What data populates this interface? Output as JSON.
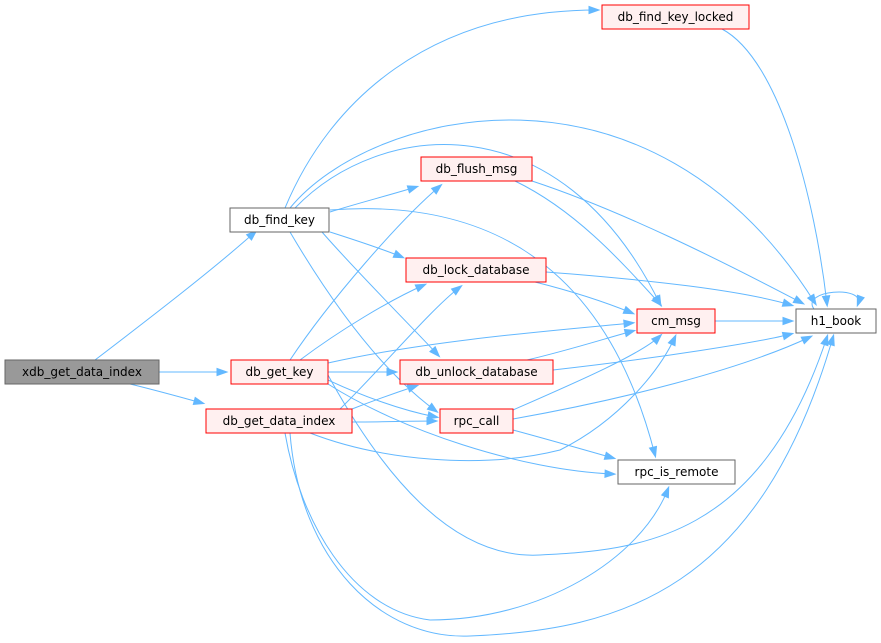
{
  "diagram": {
    "colors": {
      "edge": "#63b8ff",
      "root_fill": "#999999",
      "root_border": "#666666",
      "normal_fill": "#ffffff",
      "normal_border": "#666666",
      "red_fill": "#fff0f0",
      "red_border": "#ff0000"
    },
    "nodes": {
      "xdb_get_data_index": {
        "label": "xdb_get_data_index",
        "style": "root"
      },
      "db_find_key": {
        "label": "db_find_key",
        "style": "normal"
      },
      "db_get_key": {
        "label": "db_get_key",
        "style": "red"
      },
      "db_get_data_index": {
        "label": "db_get_data_index",
        "style": "red"
      },
      "db_find_key_locked": {
        "label": "db_find_key_locked",
        "style": "red"
      },
      "db_flush_msg": {
        "label": "db_flush_msg",
        "style": "red"
      },
      "db_lock_database": {
        "label": "db_lock_database",
        "style": "red"
      },
      "db_unlock_database": {
        "label": "db_unlock_database",
        "style": "red"
      },
      "rpc_call": {
        "label": "rpc_call",
        "style": "red"
      },
      "cm_msg": {
        "label": "cm_msg",
        "style": "red"
      },
      "rpc_is_remote": {
        "label": "rpc_is_remote",
        "style": "normal"
      },
      "h1_book": {
        "label": "h1_book",
        "style": "normal"
      }
    },
    "edges": [
      [
        "xdb_get_data_index",
        "db_find_key"
      ],
      [
        "xdb_get_data_index",
        "db_get_key"
      ],
      [
        "xdb_get_data_index",
        "db_get_data_index"
      ],
      [
        "db_find_key",
        "db_find_key_locked"
      ],
      [
        "db_find_key",
        "h1_book"
      ],
      [
        "db_find_key",
        "cm_msg"
      ],
      [
        "db_find_key",
        "db_flush_msg"
      ],
      [
        "db_find_key",
        "db_lock_database"
      ],
      [
        "db_find_key",
        "db_unlock_database"
      ],
      [
        "db_find_key",
        "rpc_call"
      ],
      [
        "db_find_key",
        "rpc_is_remote"
      ],
      [
        "db_find_key_locked",
        "h1_book"
      ],
      [
        "db_flush_msg",
        "cm_msg"
      ],
      [
        "db_flush_msg",
        "h1_book"
      ],
      [
        "db_lock_database",
        "cm_msg"
      ],
      [
        "db_lock_database",
        "h1_book"
      ],
      [
        "db_unlock_database",
        "cm_msg"
      ],
      [
        "db_unlock_database",
        "h1_book"
      ],
      [
        "rpc_call",
        "cm_msg"
      ],
      [
        "rpc_call",
        "h1_book"
      ],
      [
        "rpc_call",
        "rpc_is_remote"
      ],
      [
        "cm_msg",
        "h1_book"
      ],
      [
        "h1_book",
        "h1_book"
      ],
      [
        "db_get_key",
        "db_flush_msg"
      ],
      [
        "db_get_key",
        "db_lock_database"
      ],
      [
        "db_get_key",
        "cm_msg"
      ],
      [
        "db_get_key",
        "db_unlock_database"
      ],
      [
        "db_get_key",
        "rpc_call"
      ],
      [
        "db_get_key",
        "rpc_is_remote"
      ],
      [
        "db_get_key",
        "h1_book"
      ],
      [
        "db_get_data_index",
        "db_lock_database"
      ],
      [
        "db_get_data_index",
        "db_unlock_database"
      ],
      [
        "db_get_data_index",
        "rpc_call"
      ],
      [
        "db_get_data_index",
        "cm_msg"
      ],
      [
        "db_get_data_index",
        "h1_book"
      ],
      [
        "db_get_data_index",
        "rpc_is_remote"
      ]
    ]
  }
}
